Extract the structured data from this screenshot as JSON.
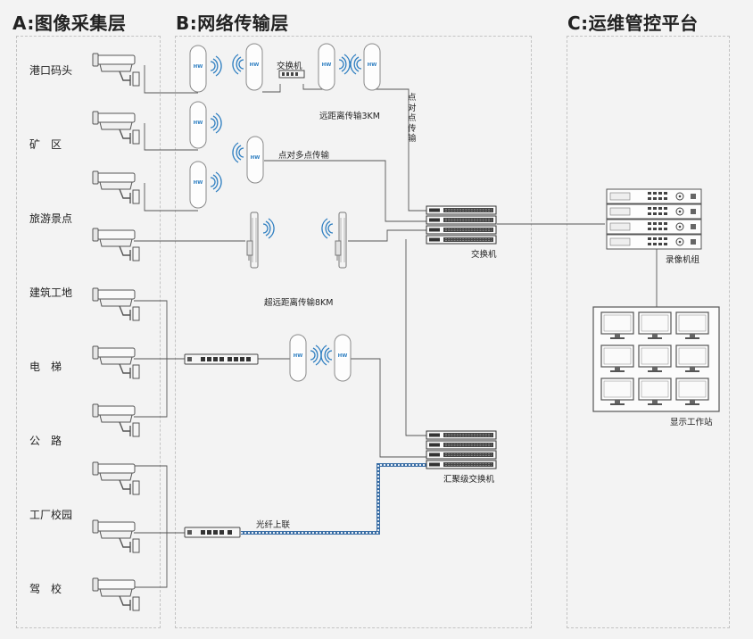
{
  "sections": {
    "a": "A:图像采集层",
    "b": "B:网络传输层",
    "c": "C:运维管控平台"
  },
  "sites": [
    "港口码头",
    "矿　区",
    "旅游景点",
    "建筑工地",
    "电　梯",
    "公　路",
    "工厂校园",
    "驾　校"
  ],
  "labels": {
    "switch_top": "交换机",
    "link_3km": "远距离传输3KM",
    "p2p_vertical": "点对点传输",
    "p2mp": "点对多点传输",
    "link_8km": "超远距离传输8KM",
    "switch_main": "交换机",
    "aggregation_switch": "汇聚级交换机",
    "fiber_uplink": "光纤上联",
    "nvr_group": "录像机组",
    "display_station": "显示工作站"
  },
  "bridge_logo": "HW",
  "colors": {
    "line": "#555555",
    "device": "#4a4a4a",
    "wifi_blue": "#2f7fc1",
    "fiber": "#3a6ea5"
  }
}
